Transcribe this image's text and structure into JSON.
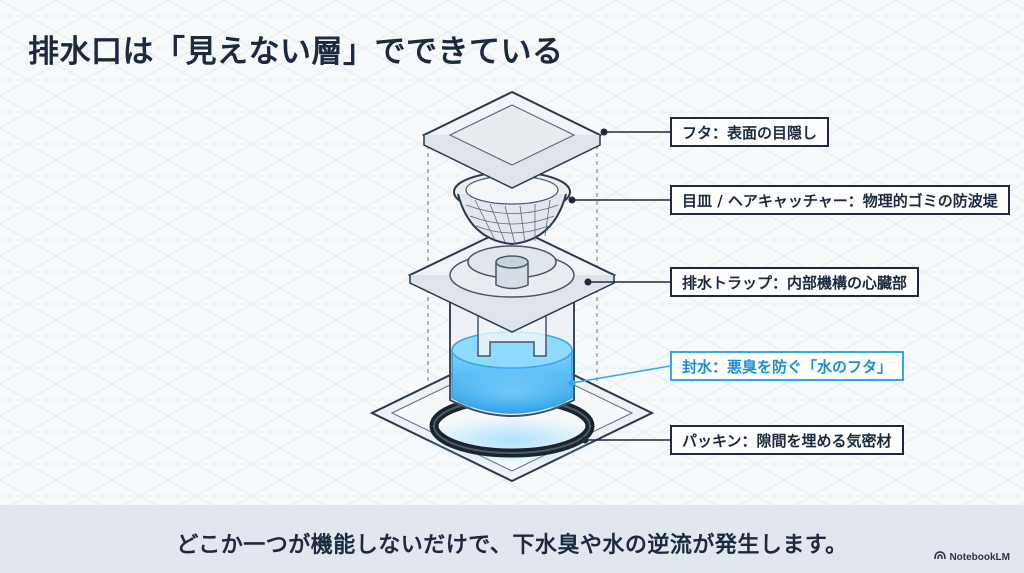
{
  "title": "排水口は「見えない層」でできている",
  "labels": {
    "lid": "フタ：表面の目隠し",
    "basket": "目皿 / ヘアキャッチャー：物理的ゴミの防波堤",
    "trap": "排水トラップ：内部機構の心臓部",
    "water_seal": "封水：悪臭を防ぐ「水のフタ」",
    "packing": "パッキン：隙間を埋める気密材"
  },
  "footer": {
    "message": "どこか一つが機能しないだけで、下水臭や水の逆流が発生します。",
    "brand": "NotebookLM"
  },
  "colors": {
    "text": "#1b2a3f",
    "water": "#33a8e8",
    "bar": "#e1e7ee"
  }
}
